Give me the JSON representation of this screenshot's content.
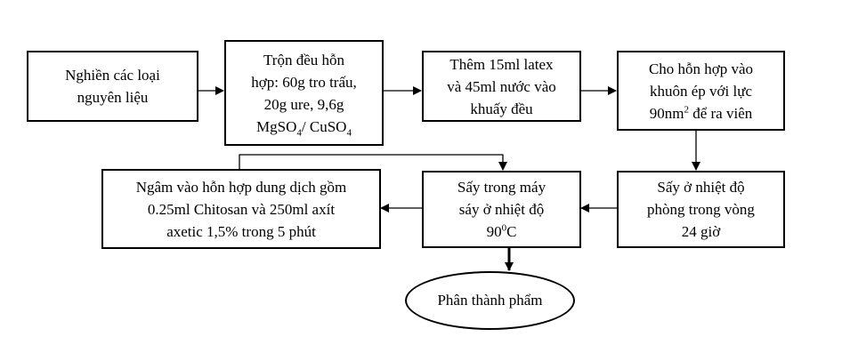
{
  "steps": {
    "grind": {
      "line1": "Nghiền các loại",
      "line2": "nguyên liệu"
    },
    "mix": {
      "line1": "Trộn đều hỗn",
      "line2": "hợp: 60g tro trấu,",
      "line3": "20g ure, 9,6g",
      "line4a": "MgSO",
      "line4b": "4",
      "line4c": "/ CuSO",
      "line4d": "4"
    },
    "latex": {
      "line1": "Thêm 15ml latex",
      "line2": "và 45ml nước vào",
      "line3": "khuấy đều"
    },
    "mold": {
      "line1": "Cho hỗn hợp vào",
      "line2": "khuôn ép với lực",
      "line3a": "90nm",
      "line3b": "2",
      "line3c": " để ra viên"
    },
    "room_dry": {
      "line1": "Sấy ở nhiệt độ",
      "line2": "phòng trong vòng",
      "line3": "24 giờ"
    },
    "oven_dry": {
      "line1": "Sấy trong máy",
      "line2": "sáy ở nhiệt độ",
      "line3a": "90",
      "line3b": "0",
      "line3c": "C"
    },
    "soak": {
      "line1": "Ngâm vào hỗn hợp dung dịch gồm",
      "line2": "0.25ml Chitosan và 250ml axít",
      "line3": "axetic 1,5% trong 5 phút"
    },
    "product": {
      "label": "Phân thành phẩm"
    }
  }
}
